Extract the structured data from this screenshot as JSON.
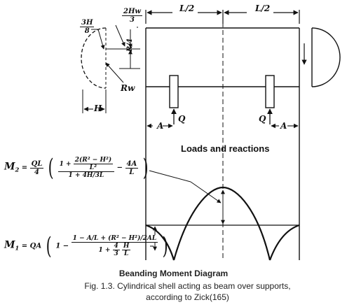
{
  "labels": {
    "half_span_left": "L/2",
    "half_span_right": "L/2",
    "three_h_over_8_num": "3H",
    "three_h_over_8_den": "8",
    "two_hw_over_3_num": "2Hw",
    "two_hw_over_3_den": "3",
    "r_over_4": "R/4",
    "rw": "Rw",
    "h_dim": "H",
    "a_left": "A",
    "q_left": "Q",
    "q_right": "Q",
    "a_right": "A",
    "loads_reactions": "Loads and reactions"
  },
  "equations": {
    "m2_name": "M",
    "m2_sub": "2",
    "m2_eq": "=",
    "m2_ql_num": "QL",
    "m2_ql_den": "4",
    "m2_inner_num": "2(R² − H²)",
    "m2_inner_den": "L²",
    "m2_one_plus": "1 +",
    "m2_denominator": "1 + 4H/3L",
    "m2_minus": "−",
    "m2_4a_num": "4A",
    "m2_4a_den": "L",
    "m1_name": "M",
    "m1_sub": "1",
    "m1_eq": "= QA",
    "m1_one_minus": "1 −",
    "m1_num": "1 − A/L + (R² − H²)/2AL",
    "m1_den_pre": "1 +",
    "m1_den_frac_num": "4",
    "m1_den_frac_den": "3",
    "m1_den_h": "H",
    "m1_den_l": "L"
  },
  "caption": {
    "diagram_title": "Beanding Moment Diagram",
    "line1": "Fig. 1.3. Cylindrical shell acting as beam over supports,",
    "line2": "according to Zick(165)"
  }
}
